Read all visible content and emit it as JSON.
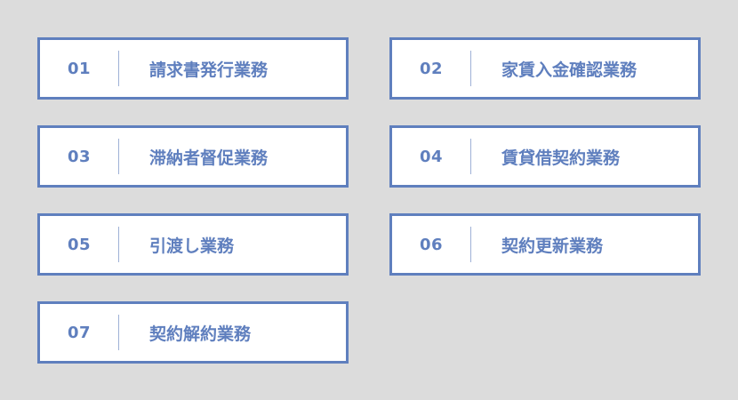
{
  "colors": {
    "background": "#dcdcdc",
    "accent": "#5f7fbe",
    "card_background": "#ffffff"
  },
  "items": [
    {
      "number": "01",
      "label": "請求書発行業務"
    },
    {
      "number": "02",
      "label": "家賃入金確認業務"
    },
    {
      "number": "03",
      "label": "滞納者督促業務"
    },
    {
      "number": "04",
      "label": "賃貸借契約業務"
    },
    {
      "number": "05",
      "label": "引渡し業務"
    },
    {
      "number": "06",
      "label": "契約更新業務"
    },
    {
      "number": "07",
      "label": "契約解約業務"
    }
  ]
}
